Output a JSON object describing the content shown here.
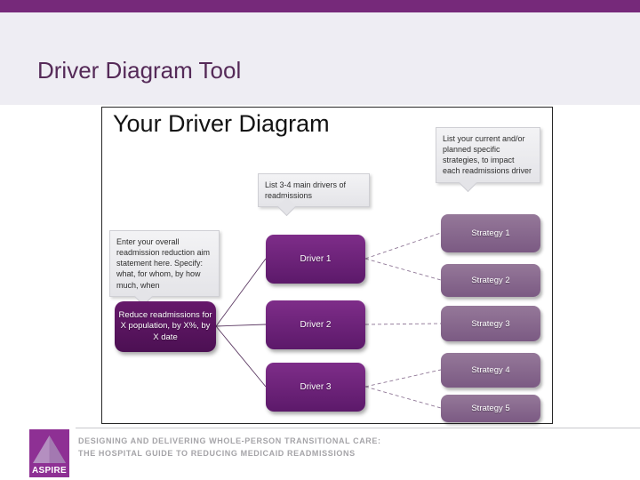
{
  "header": {
    "title": "Driver Diagram Tool"
  },
  "slide": {
    "title": "Your Driver Diagram",
    "callouts": {
      "aim": "Enter your overall readmission reduction aim statement here. Specify: what, for whom, by how much, when",
      "drivers": "List 3-4 main drivers of readmissions",
      "strategies": "List your current and/or planned specific strategies, to impact each readmissions driver"
    },
    "aim_box": "Reduce readmissions for X population, by X%, by X date",
    "drivers": [
      "Driver 1",
      "Driver 2",
      "Driver 3"
    ],
    "strategies": [
      "Strategy 1",
      "Strategy 2",
      "Strategy 3",
      "Strategy 4",
      "Strategy 5"
    ]
  },
  "footer": {
    "logo": "ASPIRE",
    "line1": "DESIGNING AND DELIVERING WHOLE-PERSON TRANSITIONAL CARE:",
    "line2": "THE HOSPITAL GUIDE TO REDUCING MEDICAID READMISSIONS"
  },
  "colors": {
    "top_bar": "#76297a",
    "header_bg": "#eeedf3",
    "header_title": "#552a58",
    "aim_box": "#59155f",
    "driver_box": "#6d2277",
    "strategy_box": "#85658f",
    "callout_bg": "#e9e9ec",
    "connector": "#8f7796",
    "footer_text": "#a5a4a8",
    "logo_bg": "#8e3094",
    "logo_triangle": "#b48fc0"
  }
}
